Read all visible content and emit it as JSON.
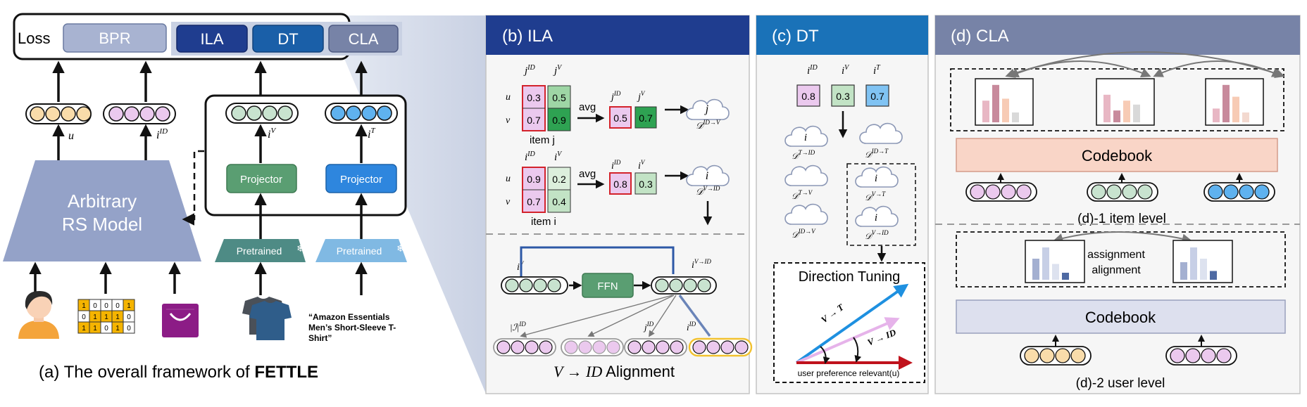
{
  "colors": {
    "blue_dark": "#1f3d8f",
    "blue_mid": "#1a72b8",
    "slate": "#7783a7",
    "bpr": "#a8b3d1",
    "rs_model": "#94a2c8",
    "projector_green": "#5a9e72",
    "projector_blue": "#2e86de",
    "pretrained_green": "#4e8b85",
    "pretrained_blue": "#80b9e3",
    "codebook_peach": "#f9d5c7",
    "codebook_lavender": "#dde0ee",
    "user_yellow": "#f9dcaa",
    "item_pink": "#ebc9ee",
    "visual_green": "#c8e3cf",
    "text_blue": "#5fb2ef"
  },
  "panel_a": {
    "loss_label": "Loss",
    "loss_items": [
      "BPR",
      "ILA",
      "DT",
      "CLA"
    ],
    "model_line1": "Arbitrary",
    "model_line2": "RS Model",
    "projector_label": "Projector",
    "pretrained_label": "Pretrained",
    "snow_icon": "snowflake-icon",
    "emb_labels": {
      "u": "u",
      "iid": "i",
      "iid_sup": "ID",
      "iv": "i",
      "iv_sup": "V",
      "it": "i",
      "it_sup": "T"
    },
    "matrix_rows": [
      [
        "1",
        "0",
        "0",
        "0",
        "1"
      ],
      [
        "0",
        "1",
        "1",
        "1",
        "0"
      ],
      [
        "1",
        "1",
        "0",
        "1",
        "0"
      ]
    ],
    "product_text": [
      "“Amazon Essentials",
      "Men’s Short-Sleeve T-",
      "Shirt”"
    ],
    "caption_prefix": "(a) The overall framework of ",
    "caption_bold": "FETTLE",
    "icons": [
      "user-avatar-icon",
      "shopping-bag-icon",
      "tshirts-image-icon"
    ]
  },
  "panel_b": {
    "title": "(b) ILA",
    "u": "u",
    "v": "v",
    "item_j_label": "item j",
    "item_i_label": "item i",
    "avg": "avg",
    "j_id_vals": [
      "0.3",
      "0.7"
    ],
    "j_v_vals": [
      "0.5",
      "0.9"
    ],
    "j_avg": [
      "0.5",
      "0.7"
    ],
    "i_id_vals": [
      "0.9",
      "0.7"
    ],
    "i_v_vals": [
      "0.2",
      "0.4"
    ],
    "i_avg": [
      "0.8",
      "0.3"
    ],
    "cloud_j": "j",
    "cloud_i": "i",
    "dist_j": "𝒟",
    "dist_j_sup": "ID→V",
    "dist_i_sup": "V→ID",
    "ffn": "FFN",
    "iv": "i",
    "iv_sup": "V",
    "ivid_sup": "V→ID",
    "cand_labels": [
      "|ℐ|",
      "j",
      "i"
    ],
    "cand_sup": "ID",
    "caption_math": "V → ID",
    "caption_text": " Alignment"
  },
  "panel_c": {
    "title": "(c) DT",
    "vals": [
      "0.8",
      "0.3",
      "0.7"
    ],
    "labels_sup": [
      "ID",
      "V",
      "T"
    ],
    "clouds_left": [
      "T→ID",
      "T→V",
      "ID→V"
    ],
    "clouds_right": [
      "ID→T",
      "V→T",
      "V→ID"
    ],
    "direction_title": "Direction Tuning",
    "arrow_vt": "V → T",
    "arrow_vid": "V → ID",
    "baseline": "user preference relevant(u)"
  },
  "panel_d": {
    "title": "(d) CLA",
    "codebook": "Codebook",
    "item_level": "(d)-1 item level",
    "user_level": "(d)-2 user level",
    "assign1": "assignment",
    "assign2": "alignment"
  }
}
